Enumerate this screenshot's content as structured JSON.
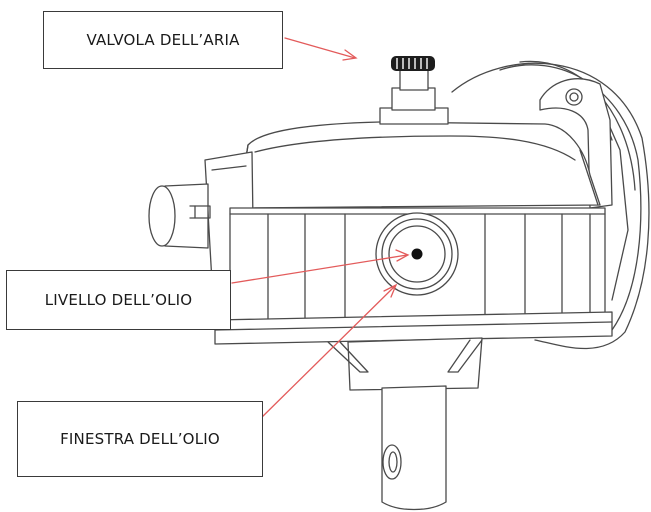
{
  "labels": {
    "air_valve": "VALVOLA DELL’ARIA",
    "oil_level": "LIVELLO DELL’OLIO",
    "oil_window": "FINESTRA DELL’OLIO"
  },
  "colors": {
    "arrow": "#e35b5b",
    "line": "#4a4a4a",
    "box_border": "#3a3a3a"
  }
}
